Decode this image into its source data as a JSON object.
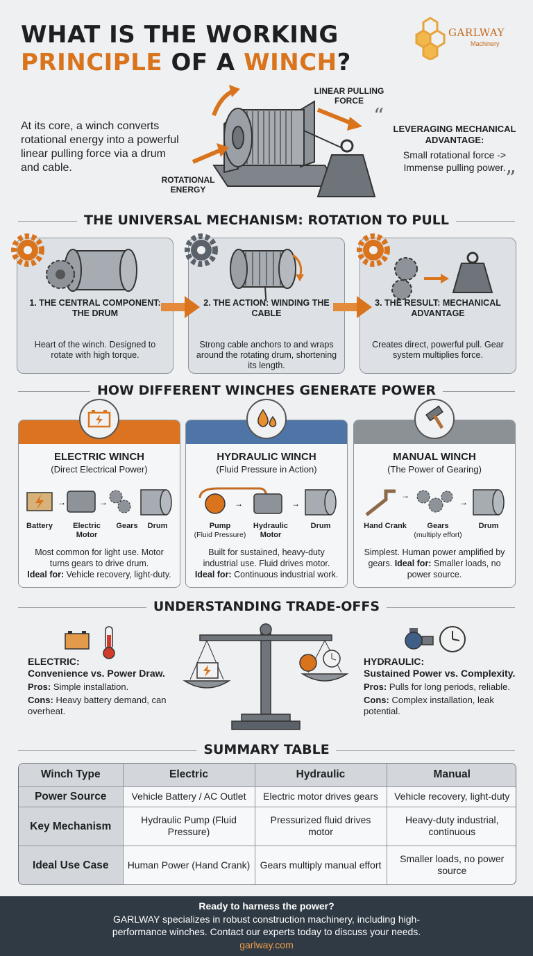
{
  "header": {
    "title_line1": "WHAT IS THE WORKING",
    "title_line2_a": "PRINCIPLE",
    "title_line2_b": "OF A",
    "title_line2_c": "WINCH",
    "title_line2_d": "?",
    "logo_name": "GARLWAY",
    "logo_sub": "Machinery"
  },
  "intro": {
    "text": "At its core, a winch converts rotational energy into a powerful linear pulling force via a drum and cable.",
    "label_linear": "LINEAR PULLING FORCE",
    "label_rotational": "ROTATIONAL ENERGY",
    "leverage_title": "LEVERAGING MECHANICAL ADVANTAGE:",
    "leverage_text": "Small rotational force -> Immense pulling power."
  },
  "mechanism": {
    "heading": "THE UNIVERSAL MECHANISM: ROTATION TO PULL",
    "cards": [
      {
        "title": "1. THE CENTRAL COMPONENT: THE DRUM",
        "desc": "Heart of the winch. Designed to rotate with high torque."
      },
      {
        "title": "2. THE ACTION: WINDING THE CABLE",
        "desc": "Strong cable anchors to and wraps around the rotating drum, shortening its length."
      },
      {
        "title": "3. THE RESULT: MECHANICAL ADVANTAGE",
        "desc": "Creates direct, powerful pull. Gear system multiplies force."
      }
    ]
  },
  "power": {
    "heading": "HOW DIFFERENT WINCHES GENERATE POWER",
    "cards": [
      {
        "title": "ELECTRIC WINCH",
        "subtitle": "(Direct Electrical Power)",
        "steps": [
          "Battery",
          "Electric Motor",
          "Gears",
          "Drum"
        ],
        "desc": "Most common for light use. Motor turns gears to drive drum.",
        "ideal_label": "Ideal for:",
        "ideal": "Vehicle recovery, light-duty.",
        "band_color": "#dc7320"
      },
      {
        "title": "HYDRAULIC WINCH",
        "subtitle": "(Fluid Pressure in Action)",
        "steps": [
          "Pump",
          "Hydraulic Motor",
          "Drum"
        ],
        "step_sub": "(Fluid Pressure)",
        "desc": "Built for sustained, heavy-duty industrial use. Fluid drives motor.",
        "ideal_label": "Ideal for:",
        "ideal": "Continuous industrial work.",
        "band_color": "#4f74a6"
      },
      {
        "title": "MANUAL WINCH",
        "subtitle": "(The Power of Gearing)",
        "steps": [
          "Hand Crank",
          "Gears",
          "Drum"
        ],
        "step_sub": "(multiply effort)",
        "desc": "Simplest. Human power amplified by gears.",
        "ideal_label": "Ideal for:",
        "ideal": "Smaller loads, no power source.",
        "band_color": "#8c9196"
      }
    ]
  },
  "tradeoffs": {
    "heading": "UNDERSTANDING TRADE-OFFS",
    "electric": {
      "title1": "ELECTRIC:",
      "title2": "Convenience vs. Power Draw.",
      "pros_label": "Pros:",
      "pros": "Simple installation.",
      "cons_label": "Cons:",
      "cons": "Heavy battery demand, can overheat."
    },
    "hydraulic": {
      "title1": "HYDRAULIC:",
      "title2": "Sustained Power vs. Complexity.",
      "pros_label": "Pros:",
      "pros": "Pulls for long periods, reliable.",
      "cons_label": "Cons:",
      "cons": "Complex installation, leak potential."
    }
  },
  "summary": {
    "heading": "SUMMARY TABLE",
    "columns": [
      "Winch Type",
      "Electric",
      "Hydraulic",
      "Manual"
    ],
    "rows": [
      [
        "Power Source",
        "Vehicle Battery / AC Outlet",
        "Electric motor drives gears",
        "Vehicle recovery, light-duty"
      ],
      [
        "Key Mechanism",
        "Hydraulic Pump (Fluid Pressure)",
        "Pressurized fluid drives motor",
        "Heavy-duty industrial, continuous"
      ],
      [
        "Ideal Use Case",
        "Human Power (Hand Crank)",
        "Gears multiply manual effort",
        "Smaller loads, no power source"
      ]
    ]
  },
  "footer": {
    "cta": "Ready to harness the power?",
    "text": "GARLWAY specializes in robust construction machinery, including high-performance winches. Contact our experts today to discuss your needs.",
    "link": "garlway.com"
  },
  "colors": {
    "accent": "#d9731c",
    "footer_bg": "#2f3a44",
    "hydraulic_blue": "#4f74a6"
  }
}
